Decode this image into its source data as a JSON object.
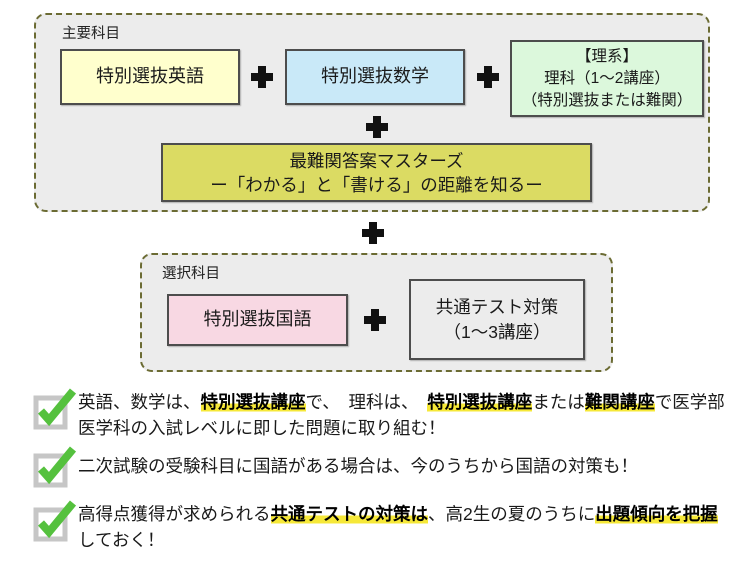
{
  "main_section": {
    "label": "主要科目",
    "background": "#ececec",
    "border_color": "#6b6b33",
    "english_box": {
      "label": "特別選抜英語",
      "color": "#ffffcd"
    },
    "math_box": {
      "label": "特別選抜数学",
      "color": "#c9e9f8"
    },
    "science_box": {
      "line1": "【理系】",
      "line2": "理科（1～2講座）",
      "line3": "（特別選抜または難関）",
      "color": "#dcf8dc"
    },
    "masters_box": {
      "line1": "最難関答案マスターズ",
      "line2": "ー「わかる」と「書ける」の距離を知るー",
      "color": "#dbdb63"
    }
  },
  "elective_section": {
    "label": "選択科目",
    "japanese_box": {
      "label": "特別選抜国語",
      "color": "#f8d8e3"
    },
    "kyotsu_box": {
      "line1": "共通テスト対策",
      "line2": "（1～3講座）",
      "color": "#ececec"
    }
  },
  "icons": {
    "plus_color": "#111111",
    "check_color": "#55c13e",
    "checkbox_border_color": "#c6c6c6"
  },
  "highlight_color": "#f6e838",
  "bullets": [
    {
      "segments": [
        {
          "text": "英語、数学は、"
        },
        {
          "text": "特別選抜講座",
          "highlight": true
        },
        {
          "text": "で、　理科は、　"
        },
        {
          "text": "特別選抜講座",
          "highlight": true
        },
        {
          "text": "または"
        },
        {
          "text": "難関講座",
          "highlight": true
        },
        {
          "text": "で医学部医学科の入試レベルに即した問題に取り組む！"
        }
      ]
    },
    {
      "segments": [
        {
          "text": "二次試験の受験科目に国語がある場合は、今のうちから国語の対策も！"
        }
      ]
    },
    {
      "segments": [
        {
          "text": "高得点獲得が求められる"
        },
        {
          "text": "共通テストの対策は",
          "highlight": true
        },
        {
          "text": "、高2生の夏のうちに"
        },
        {
          "text": "出題傾向を把握",
          "highlight": true
        },
        {
          "text": "しておく！"
        }
      ]
    }
  ]
}
